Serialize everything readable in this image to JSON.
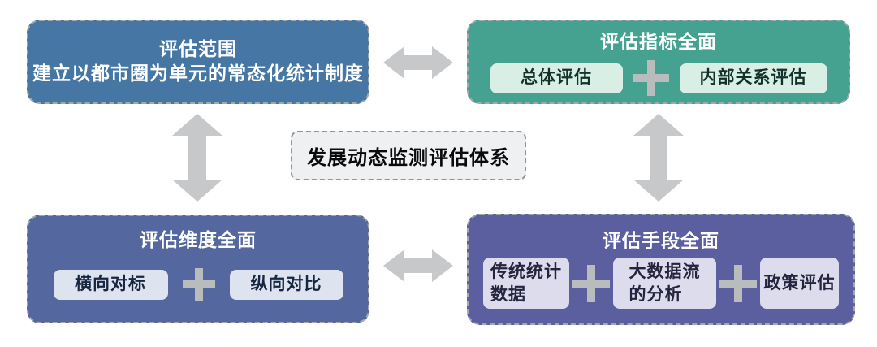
{
  "diagram": {
    "center": {
      "label": "发展动态监测评估体系"
    },
    "boxes": {
      "scope": {
        "title": "评估范围",
        "subtitle": "建立以都市圈为单元的常态化统计制度",
        "color": "#4677a4"
      },
      "indicators": {
        "title": "评估指标全面",
        "color": "#45a190",
        "items": [
          "总体评估",
          "内部关系评估"
        ]
      },
      "dimensions": {
        "title": "评估维度全面",
        "color": "#54679e",
        "items": [
          "横向对标",
          "纵向对比"
        ]
      },
      "methods": {
        "title": "评估手段全面",
        "color": "#5b5fa0",
        "items": [
          "传统统计\n数据",
          "大数据流\n的分析",
          "政策评估"
        ]
      }
    },
    "colors": {
      "arrow": "#c6c8c9",
      "plus": "#b9bcbd",
      "center_bg": "#eef0f1",
      "dash_border": "#a3a8ab",
      "indicator_item_bg": "#d9efe6",
      "dimension_item_bg": "#dde4f0",
      "method_item_bg": "#dddcec"
    }
  }
}
